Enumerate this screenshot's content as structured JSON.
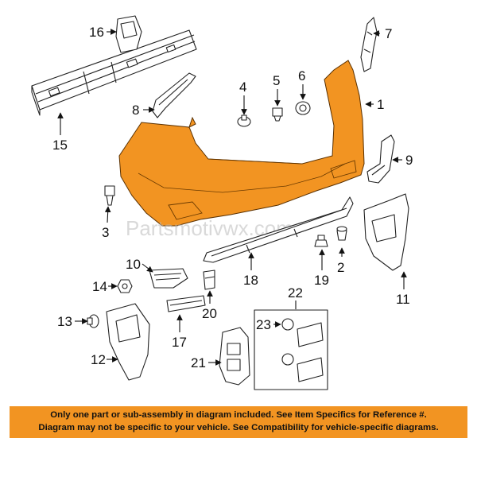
{
  "colors": {
    "bumper_fill": "#F29422",
    "banner_bg": "#F29422",
    "line": "#222222",
    "watermark": "#BBBBBB"
  },
  "watermark": "Partsmotivwx.com",
  "callouts": {
    "p1": "1",
    "p2": "2",
    "p3": "3",
    "p4": "4",
    "p5": "5",
    "p6": "6",
    "p7": "7",
    "p8": "8",
    "p9": "9",
    "p10": "10",
    "p11": "11",
    "p12": "12",
    "p13": "13",
    "p14": "14",
    "p15": "15",
    "p16": "16",
    "p17": "17",
    "p18": "18",
    "p19": "19",
    "p20": "20",
    "p21": "21",
    "p22": "22",
    "p23": "23"
  },
  "disclaimer": {
    "line1": "Only one part or sub-assembly in diagram included. See Item Specifics for Reference #.",
    "line2": "Diagram may not be specific to your vehicle. See Compatibility for vehicle-specific diagrams."
  }
}
